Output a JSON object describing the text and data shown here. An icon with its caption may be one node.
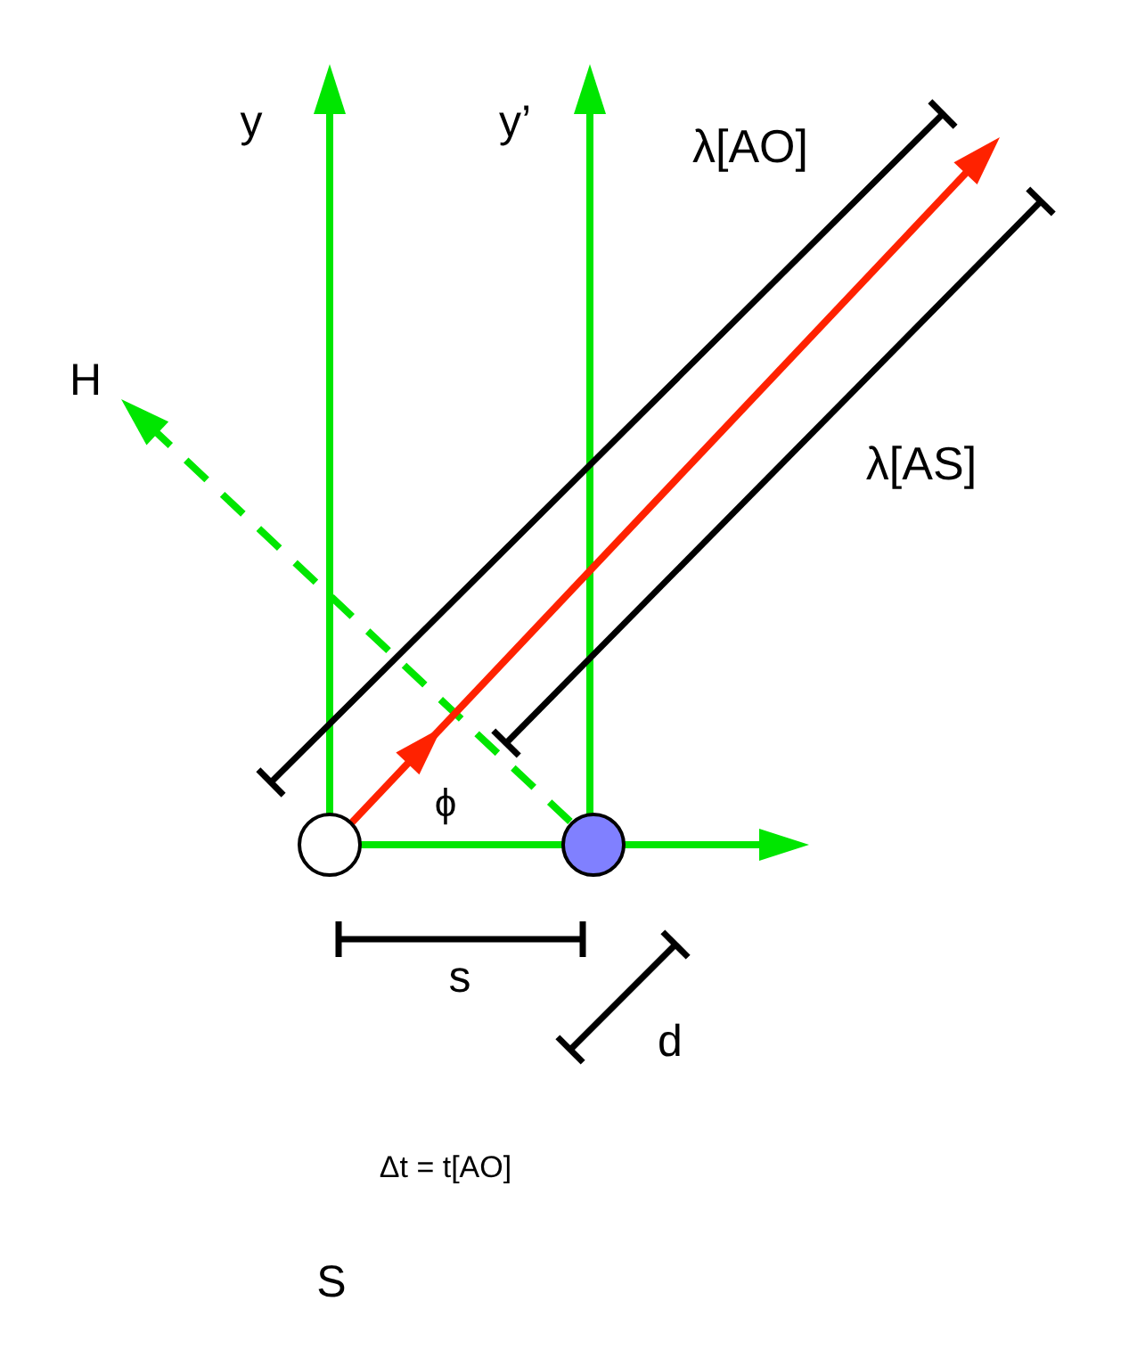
{
  "diagram": {
    "nodes": [
      {
        "text": [],
        "shape": "circle"
      },
      {
        "text": [],
        "shape": "circle"
      }
    ],
    "edges": [],
    "labels": [
      "y",
      "y’",
      "λ[AO]",
      "H",
      "λ[AS]",
      "ϕ",
      "s",
      "d",
      "Δt = t[AO]",
      "S"
    ]
  }
}
